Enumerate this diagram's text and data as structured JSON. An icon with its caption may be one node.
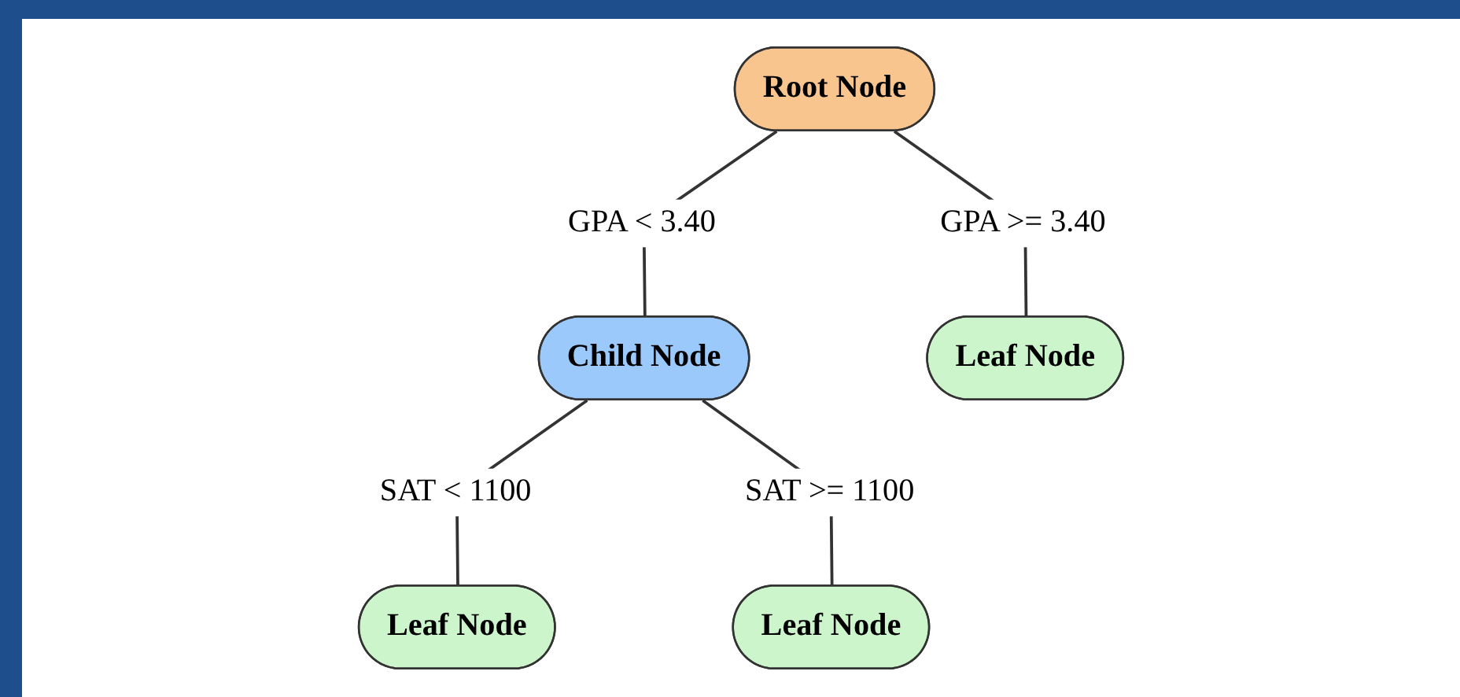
{
  "diagram": {
    "nodes": [
      {
        "text": [
          "Root Node"
        ]
      },
      {
        "text": [
          "Child Node"
        ]
      },
      {
        "text": [
          "Leaf Node"
        ]
      },
      {
        "text": [
          "Leaf Node"
        ]
      },
      {
        "text": [
          "Leaf Node"
        ]
      }
    ],
    "edges": [
      {
        "from": 0,
        "to": 1,
        "arrow": "none",
        "label": "GPA < 3.40"
      },
      {
        "from": 0,
        "to": 2,
        "arrow": "none",
        "label": "GPA >= 3.40"
      },
      {
        "from": 1,
        "to": 3,
        "arrow": "none",
        "label": "SAT < 1100"
      },
      {
        "from": 1,
        "to": 4,
        "arrow": "none",
        "label": "SAT >= 1100"
      }
    ]
  }
}
